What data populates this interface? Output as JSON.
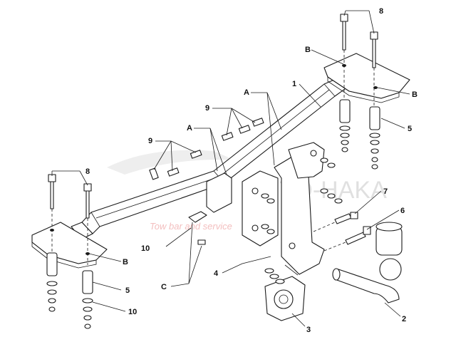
{
  "diagram": {
    "labels": {
      "l1": "1",
      "l2": "2",
      "l3": "3",
      "l4": "4",
      "l5a": "5",
      "l5b": "5",
      "l6": "6",
      "l7": "7",
      "l8a": "8",
      "l8b": "8",
      "l9a": "9",
      "l9b": "9",
      "l10a": "10",
      "l10b": "10",
      "lAa": "A",
      "lAb": "A",
      "lBa": "B",
      "lBb": "B",
      "lBc": "B",
      "lC": "C"
    },
    "watermark": {
      "brand": "AUTO-HAKA",
      "tagline": "Tow bar and service"
    }
  }
}
